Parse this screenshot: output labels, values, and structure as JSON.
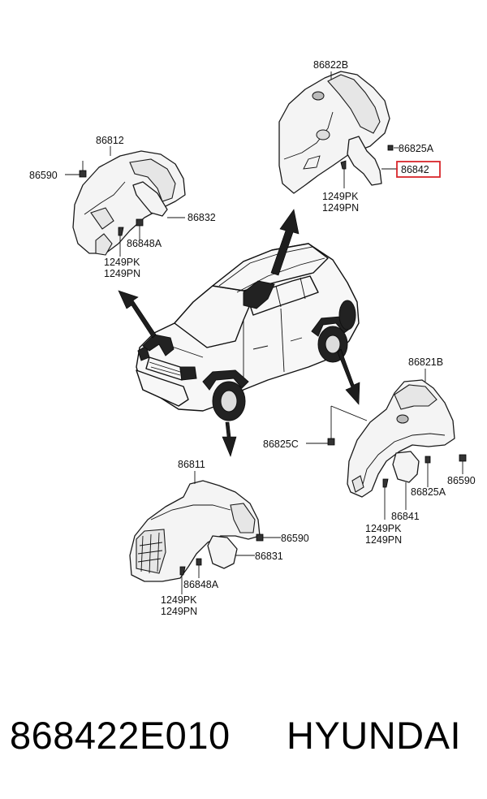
{
  "labels": {
    "rr_rh_guard": "86822B",
    "rr_rh_screw": "86825A",
    "rr_rh_mudguard": "86842",
    "rr_rh_bolts": "1249PK\n1249PN",
    "fr_lh_guard": "86812",
    "fr_lh_clip": "86590",
    "fr_lh_mudguard": "86832",
    "fr_lh_screw": "86848A",
    "fr_lh_bolts": "1249PK\n1249PN",
    "rr_lh_guard": "86821B",
    "rr_lh_clip_c": "86825C",
    "rr_lh_clip": "86590",
    "rr_lh_screw": "86825A",
    "rr_lh_mudguard": "86841",
    "rr_lh_bolts": "1249PK\n1249PN",
    "fr_rh_guard": "86811",
    "fr_rh_clip": "86590",
    "fr_rh_mudguard": "86831",
    "fr_rh_screw": "86848A",
    "fr_rh_bolts": "1249PK\n1249PN"
  },
  "highlight_color": "#d9262b",
  "footer": {
    "part_number": "868422E010",
    "brand": "HYUNDAI"
  }
}
